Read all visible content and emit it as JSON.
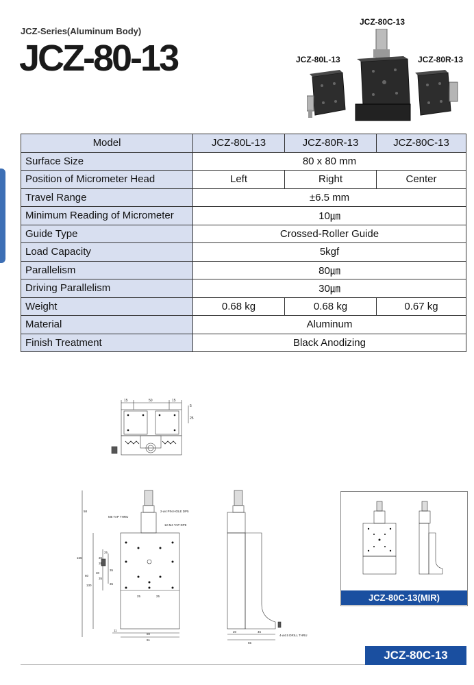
{
  "header": {
    "series": "JCZ-Series(Aluminum Body)",
    "title": "JCZ-80-13"
  },
  "products": {
    "center": "JCZ-80C-13",
    "left": "JCZ-80L-13",
    "right": "JCZ-80R-13"
  },
  "spec_table": {
    "header": [
      "Model",
      "JCZ-80L-13",
      "JCZ-80R-13",
      "JCZ-80C-13"
    ],
    "rows": {
      "surface_size": {
        "label": "Surface Size",
        "value": "80 x 80 mm"
      },
      "micrometer_head": {
        "label": "Position of Micrometer Head",
        "values": [
          "Left",
          "Right",
          "Center"
        ]
      },
      "travel_range": {
        "label": "Travel Range",
        "value": "±6.5 mm"
      },
      "min_reading": {
        "label": "Minimum Reading of Micrometer",
        "value": "10㎛"
      },
      "guide_type": {
        "label": "Guide Type",
        "value": "Crossed-Roller Guide"
      },
      "load_capacity": {
        "label": "Load Capacity",
        "value": "5kgf"
      },
      "parallelism": {
        "label": "Parallelism",
        "value": "80㎛"
      },
      "driving_parallelism": {
        "label": "Driving Parallelism",
        "value": "30㎛"
      },
      "weight": {
        "label": "Weight",
        "values": [
          "0.68 kg",
          "0.68 kg",
          "0.67 kg"
        ]
      },
      "material": {
        "label": "Material",
        "value": "Aluminum"
      },
      "finish": {
        "label": "Finish Treatment",
        "value": "Black Anodizing"
      }
    }
  },
  "drawings": {
    "top_view_dims": [
      "15",
      "50",
      "15",
      "5",
      "25"
    ],
    "front_notes": [
      "M6 TAP THRU",
      "2-ø4 PIN HOLE DP5",
      "12-M4 TAP DP8"
    ],
    "front_dims": [
      "58",
      "166",
      "25",
      "30",
      "35",
      "30",
      "35",
      "60",
      "130",
      "35",
      "35",
      "25",
      "25",
      "11",
      "80",
      "91"
    ],
    "side_dims": [
      "20",
      "45",
      "65"
    ],
    "side_note": "4-ø4.5 DRILL THRU"
  },
  "mir_label": "JCZ-80C-13(MIR)",
  "footer_label": "JCZ-80C-13",
  "colors": {
    "accent": "#1a4fa0",
    "table_label_bg": "#d8dff0"
  }
}
